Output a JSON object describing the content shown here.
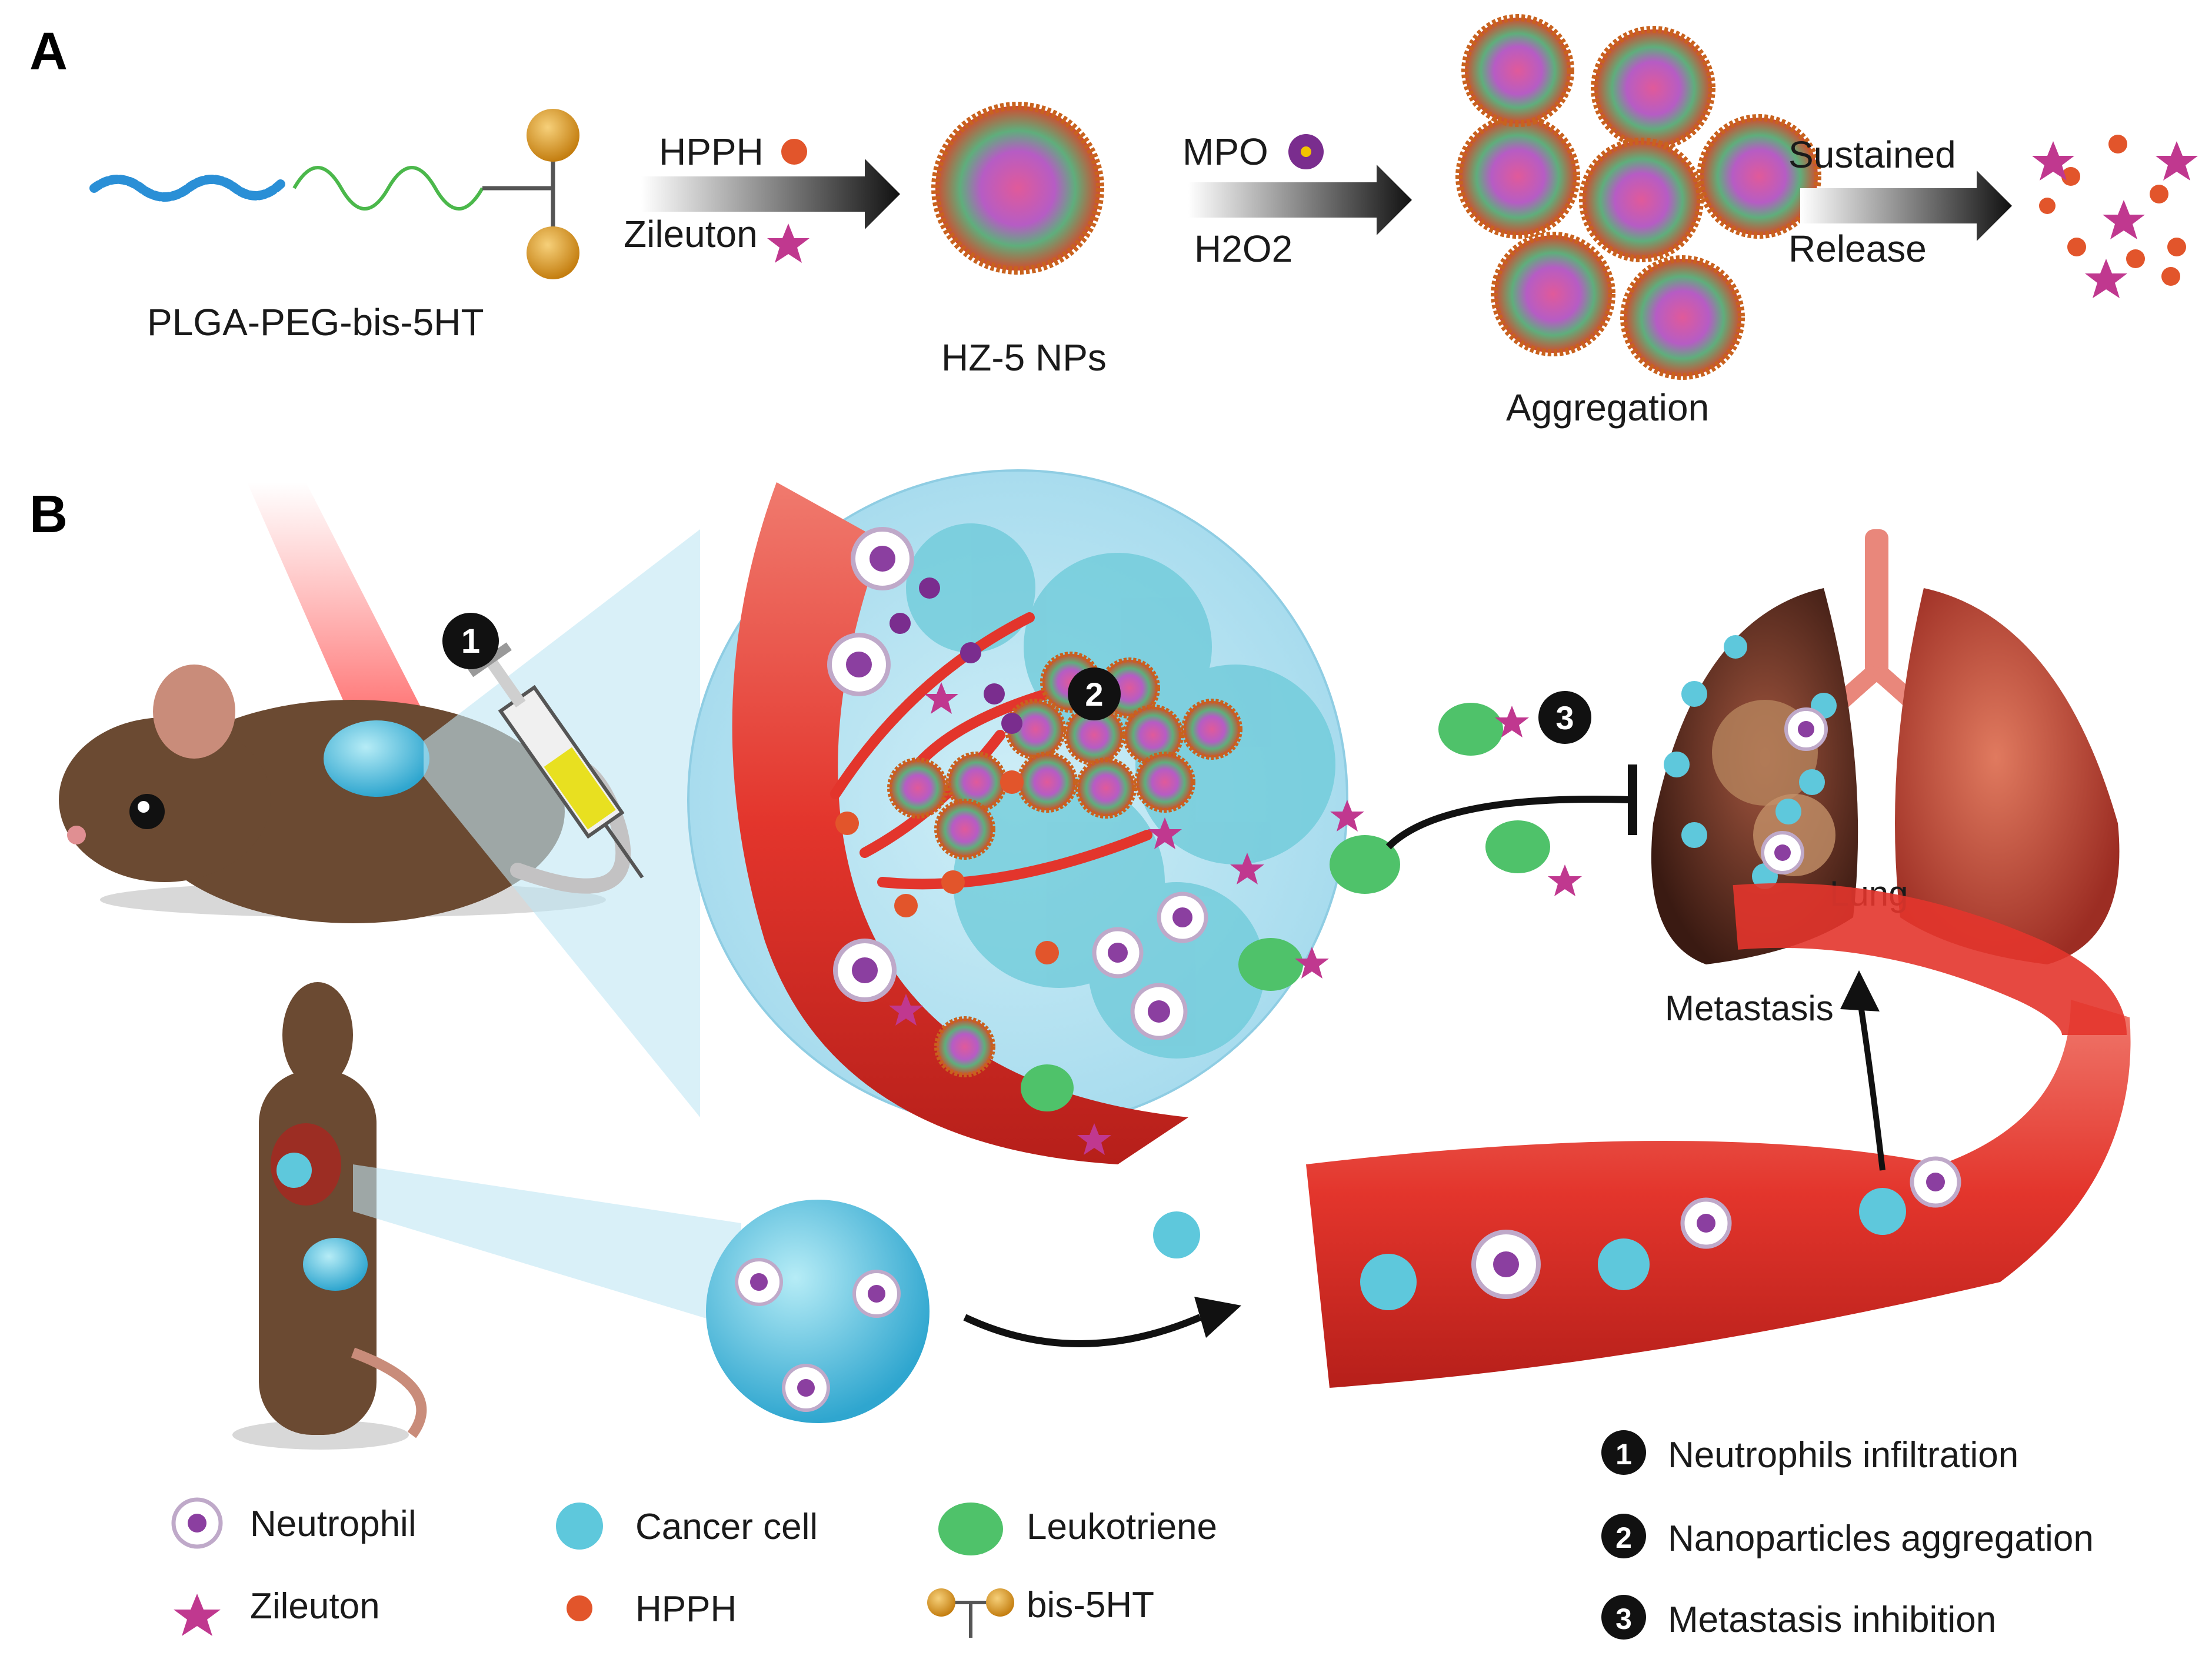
{
  "panels": {
    "a": "A",
    "b": "B"
  },
  "panel_a": {
    "polymer_label": "PLGA-PEG-bis-5HT",
    "hpph": "HPPH",
    "zileuton": "Zileuton",
    "nps_label": "HZ-5 NPs",
    "mpo": "MPO",
    "h2o2": "H2O2",
    "aggregation_label": "Aggregation",
    "release_line1": "Sustained",
    "release_line2": "Release"
  },
  "panel_b": {
    "step1": "1",
    "step2": "2",
    "step3": "3",
    "lung_label": "Lung",
    "metastasis_label": "Metastasis"
  },
  "legend": {
    "neutrophil": "Neutrophil",
    "zileuton": "Zileuton",
    "cancer_cell": "Cancer cell",
    "hpph": "HPPH",
    "leukotriene": "Leukotriene",
    "bis5ht": "bis-5HT"
  },
  "steps_legend": [
    {
      "num": "1",
      "text": "Neutrophils infiltration"
    },
    {
      "num": "2",
      "text": "Nanoparticles aggregation"
    },
    {
      "num": "3",
      "text": "Metastasis inhibition"
    }
  ],
  "colors": {
    "blood": "#e8443a",
    "cancer": "#5ec8dc",
    "leukotriene": "#4fc26a",
    "zileuton": "#c0388f",
    "hpph": "#e2552b",
    "mouse": "#6b4a32",
    "mpo": "#7a2d8e",
    "bis5ht": "#d99a1c"
  }
}
